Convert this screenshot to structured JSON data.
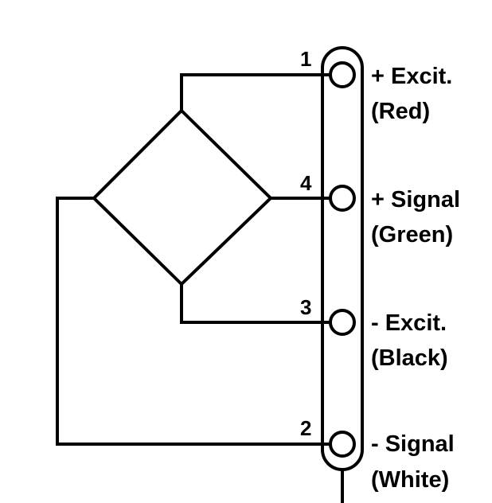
{
  "terminals": [
    {
      "pin": "1",
      "name": "+ Excit.",
      "color": "(Red)"
    },
    {
      "pin": "4",
      "name": "+ Signal",
      "color": "(Green)"
    },
    {
      "pin": "3",
      "name": "- Excit.",
      "color": "(Black)"
    },
    {
      "pin": "2",
      "name": "- Signal",
      "color": "(White)"
    }
  ]
}
